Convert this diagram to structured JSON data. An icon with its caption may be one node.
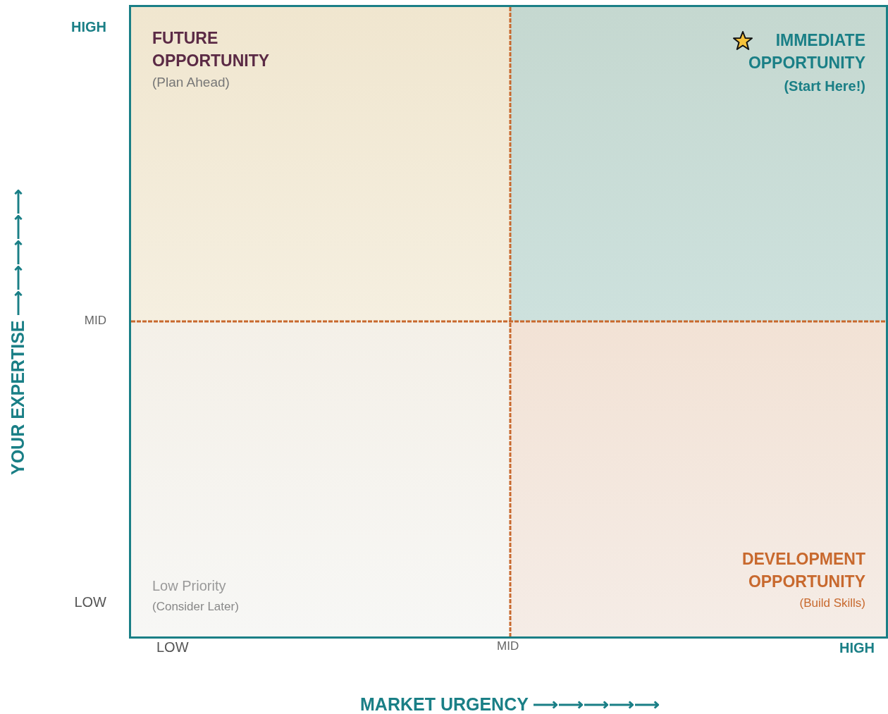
{
  "diagram": {
    "nodes": [
      {
        "text": [
          "FUTURE OPPORTUNITY",
          "(Plan Ahead)"
        ]
      },
      {
        "text": [
          "IMMEDIATE OPPORTUNITY",
          "(Start Here!)"
        ]
      },
      {
        "text": [
          "Low Priority",
          "(Consider Later)"
        ]
      },
      {
        "text": [
          "DEVELOPMENT OPPORTUNITY",
          "(Build Skills)"
        ]
      }
    ],
    "edges": [],
    "labels": [
      "HIGH",
      "MID",
      "LOW",
      "LOW",
      "MID",
      "HIGH",
      "YOUR EXPERTISE ⟶⟶⟶⟶⟶",
      "MARKET URGENCY ⟶⟶⟶⟶⟶"
    ]
  }
}
